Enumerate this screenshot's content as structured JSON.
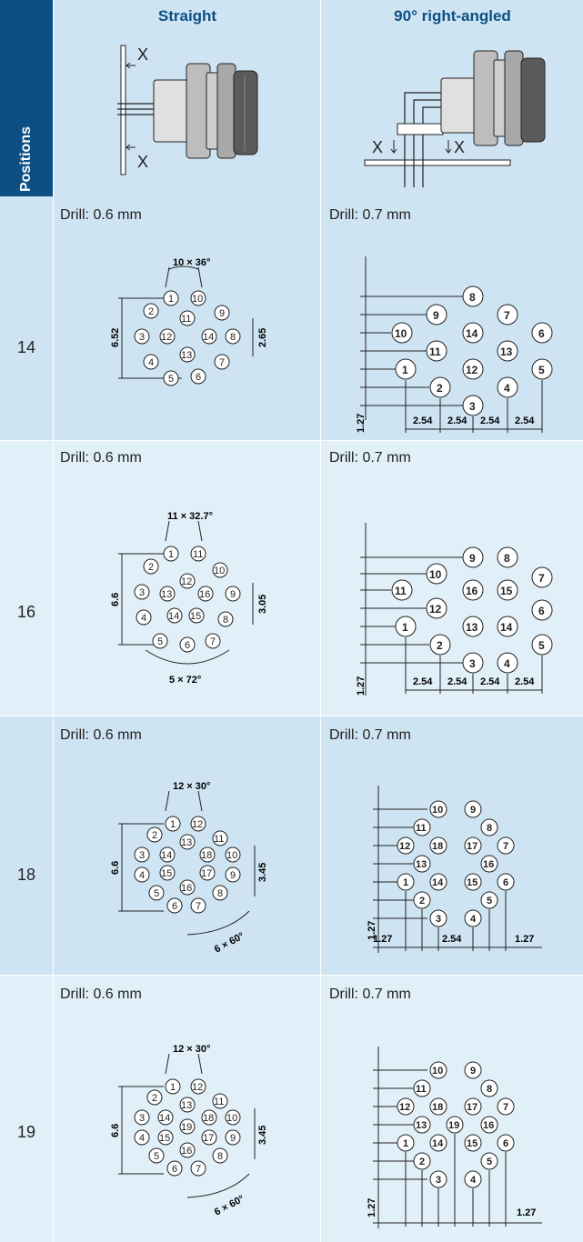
{
  "header": {
    "positions_label": "Positions",
    "straight_label": "Straight",
    "right_angled_label": "90° right-angled",
    "section_marker": "X"
  },
  "rows": [
    {
      "positions": "14",
      "straight_drill": "Drill: 0.6 mm",
      "angled_drill": "Drill: 0.7 mm",
      "straight": {
        "angle": "10 × 36°",
        "height": "6.52",
        "inner": "2.65"
      },
      "angled": {
        "pitches": [
          "2.54",
          "2.54",
          "2.54",
          "2.54"
        ],
        "row_pitch": "1.27"
      }
    },
    {
      "positions": "16",
      "straight_drill": "Drill: 0.6 mm",
      "angled_drill": "Drill: 0.7 mm",
      "straight": {
        "angle": "11 × 32.7°",
        "height": "6.6",
        "inner": "3.05",
        "angle2": "5 × 72°"
      },
      "angled": {
        "pitches": [
          "2.54",
          "2.54",
          "2.54",
          "2.54"
        ],
        "row_pitch": "1.27"
      }
    },
    {
      "positions": "18",
      "straight_drill": "Drill: 0.6 mm",
      "angled_drill": "Drill: 0.7 mm",
      "straight": {
        "angle": "12 × 30°",
        "height": "6.6",
        "inner": "3.45",
        "angle2": "6 × 60°"
      },
      "angled": {
        "pitches": [
          "1.27",
          "2.54",
          "1.27"
        ],
        "row_pitch": "1.27"
      }
    },
    {
      "positions": "19",
      "straight_drill": "Drill: 0.6 mm",
      "angled_drill": "Drill: 0.7 mm",
      "straight": {
        "angle": "12 × 30°",
        "height": "6.6",
        "inner": "3.45",
        "angle2": "6 × 60°"
      },
      "angled": {
        "pitches": [
          "1.27"
        ],
        "row_pitch": "1.27"
      }
    }
  ],
  "colors": {
    "header_dark": "#0d4f84",
    "header_light": "#cfe4f3",
    "row_alt": "#e1eff9"
  }
}
